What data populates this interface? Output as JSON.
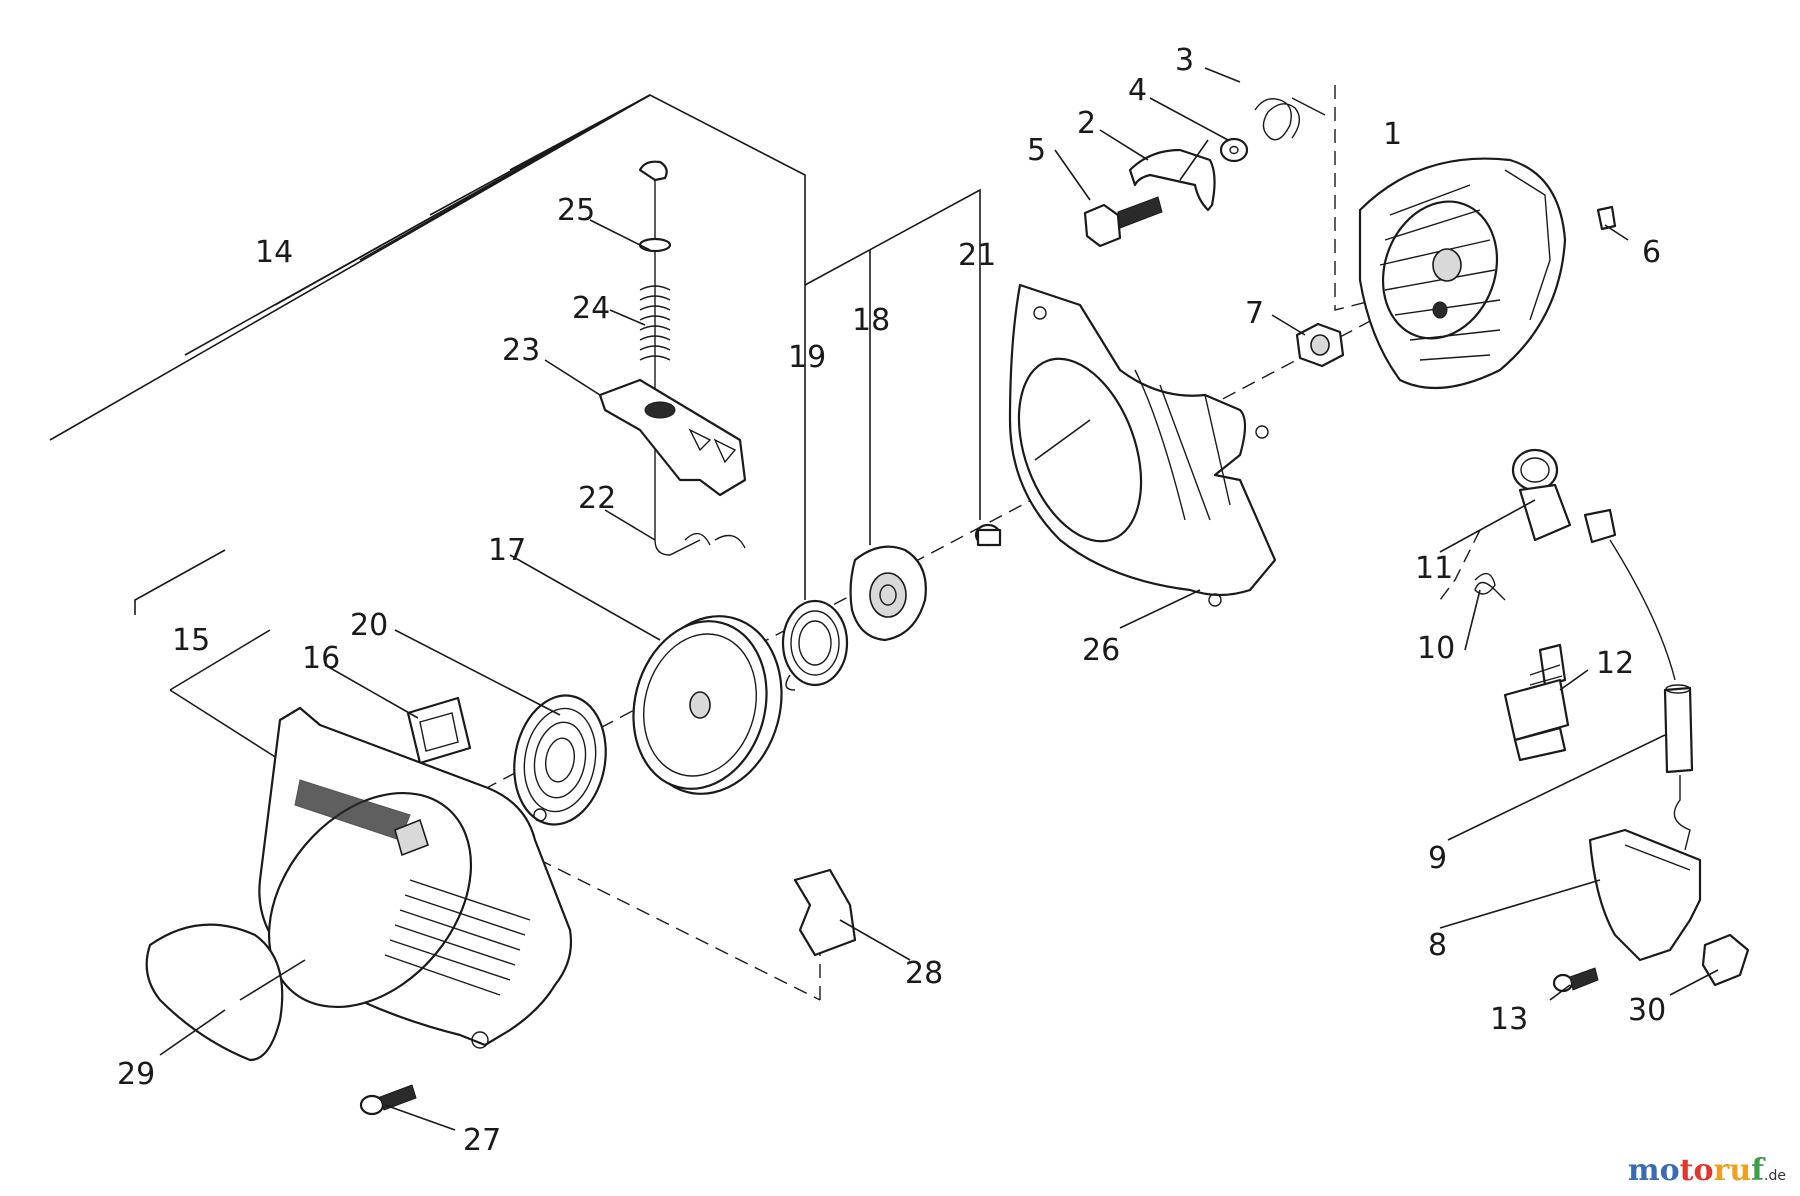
{
  "watermark": {
    "brand": "motoruf",
    "tld": ".de"
  },
  "labels": {
    "p1": "1",
    "p2": "2",
    "p3": "3",
    "p4": "4",
    "p5": "5",
    "p6": "6",
    "p7": "7",
    "p8": "8",
    "p9": "9",
    "p10": "10",
    "p11": "11",
    "p12": "12",
    "p13": "13",
    "p14": "14",
    "p15": "15",
    "p16": "16",
    "p17": "17",
    "p18": "18",
    "p19": "19",
    "p20": "20",
    "p21": "21",
    "p22": "22",
    "p23": "23",
    "p24": "24",
    "p25": "25",
    "p26": "26",
    "p27": "27",
    "p28": "28",
    "p29": "29",
    "p30": "30"
  }
}
